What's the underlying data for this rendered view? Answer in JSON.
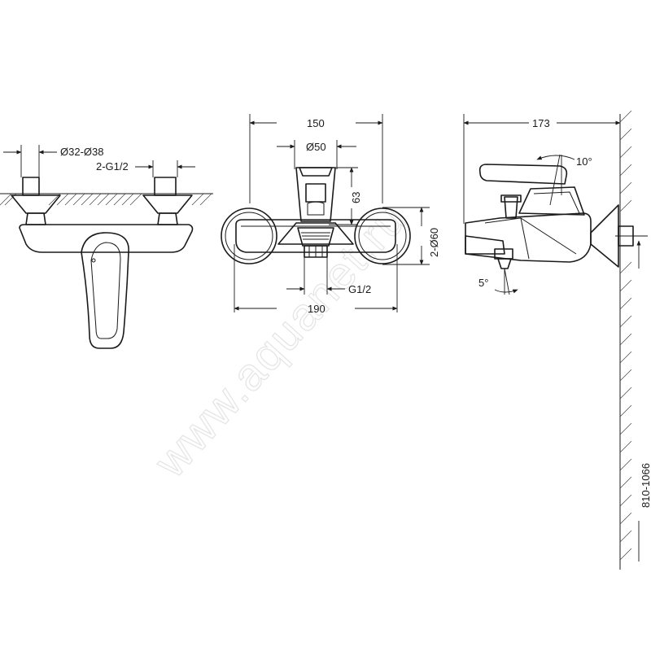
{
  "dimensions": {
    "left_view": {
      "diameter_range": "Ø32-Ø38",
      "connection": "2-G1/2"
    },
    "front_view": {
      "width_top": "150",
      "diameter_center": "Ø50",
      "height_handle": "63",
      "flange_diameter": "2-Ø60",
      "outlet_thread": "G1/2",
      "width_bottom": "190"
    },
    "side_view": {
      "depth": "173",
      "handle_angle": "10°",
      "spout_angle": "5°",
      "mounting_height": "810-1066"
    }
  },
  "watermark": "www.aquanet.ru"
}
